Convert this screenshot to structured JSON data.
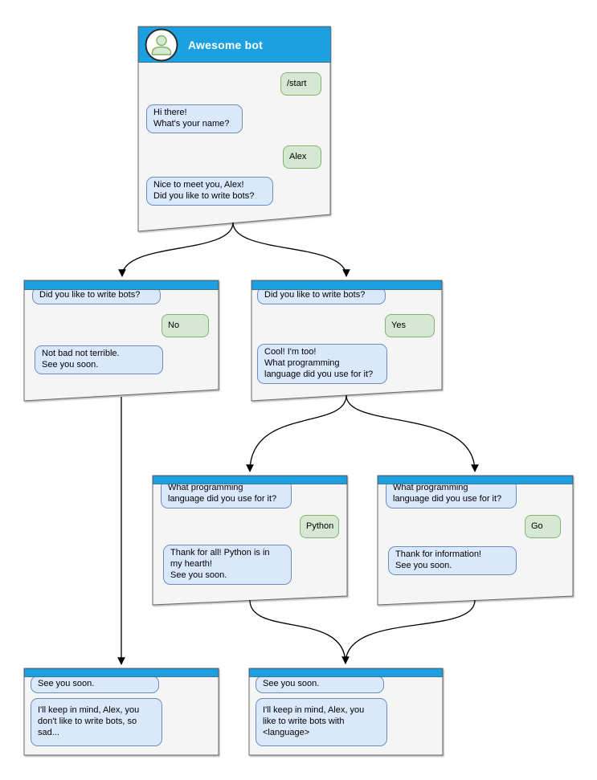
{
  "diagram": {
    "type": "chatbot-flowchart",
    "colors": {
      "header_blue": "#1ba1e2",
      "bot_bubble_fill": "#dae8fc",
      "bot_bubble_border": "#6c8ebf",
      "user_bubble_fill": "#d5e8d4",
      "user_bubble_border": "#82b366",
      "panel_fill": "#f5f5f5",
      "panel_border": "#666666",
      "connector": "#000000"
    },
    "nodes": {
      "start": {
        "title": "Awesome bot",
        "avatar_icon": "person-icon",
        "user_start": "/start",
        "bot_greeting": "Hi there!\nWhat's your name?",
        "user_name": "Alex",
        "bot_question": "Nice to meet you, Alex!\nDid you like to write bots?"
      },
      "branch_no": {
        "bot_question": "Did you like to write bots?",
        "user_answer": "No",
        "bot_reply": "Not bad not terrible.\nSee you soon."
      },
      "branch_yes": {
        "bot_question": "Did you like to write bots?",
        "user_answer": "Yes",
        "bot_reply": "Cool! I'm too!\nWhat programming\nlanguage did you use for it?"
      },
      "lang_python": {
        "bot_question": "What programming\nlanguage did you use for it?",
        "user_answer": "Python",
        "bot_reply": "Thank for all! Python is in\nmy hearth!\nSee you soon."
      },
      "lang_go": {
        "bot_question": "What programming\nlanguage did you use for it?",
        "user_answer": "Go",
        "bot_reply": "Thank for information!\nSee you soon."
      },
      "end_no": {
        "bot_intro": "See you soon.",
        "bot_reply": "I'll keep in mind, Alex, you\ndon't like to write bots, so\nsad..."
      },
      "end_yes": {
        "bot_intro": "See you soon.",
        "bot_reply": "I'll keep in mind, Alex, you\nlike to write bots with\n<language>"
      }
    }
  }
}
